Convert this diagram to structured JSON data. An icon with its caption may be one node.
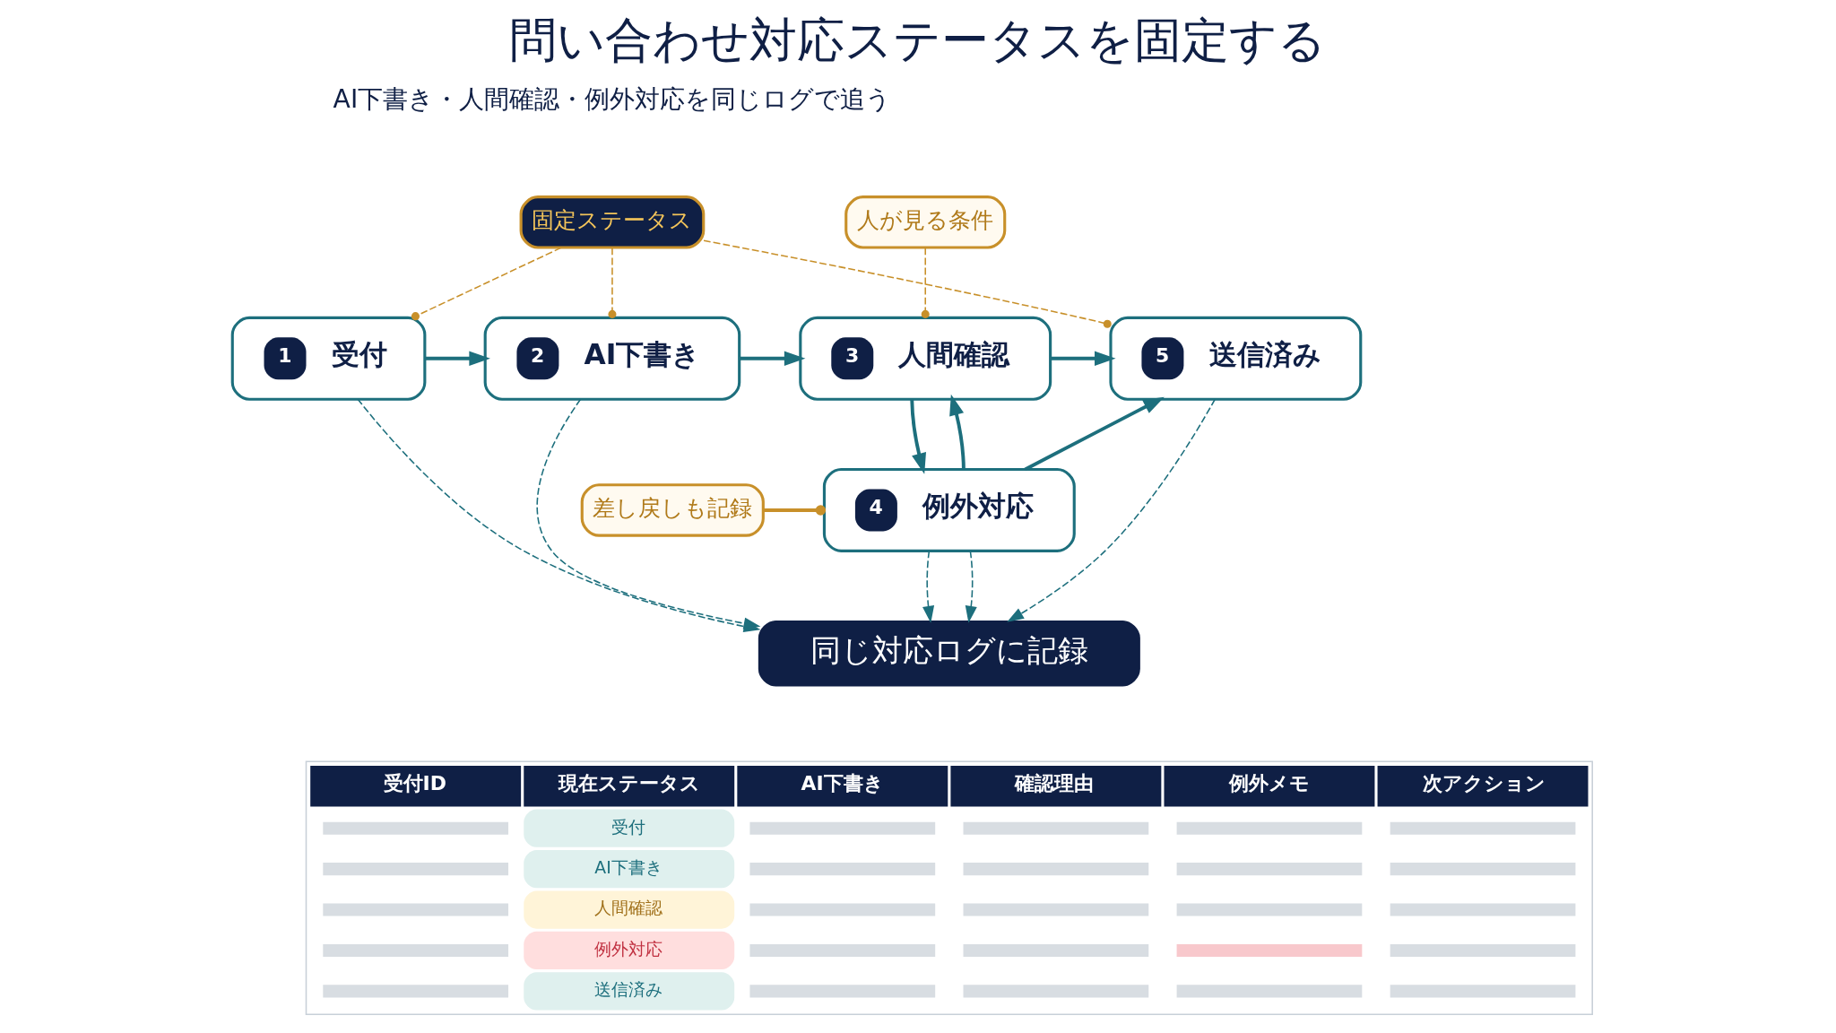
{
  "diagram": {
    "title": "問い合わせ対応ステータスを固定する",
    "nodes": [
      {
        "text": [
          "固定ステータス"
        ]
      },
      {
        "text": [
          "人が見る条件"
        ]
      },
      {
        "text": [
          "1",
          "受付"
        ]
      },
      {
        "text": [
          "2",
          "AI下書き"
        ]
      },
      {
        "text": [
          "3",
          "人間確認"
        ]
      },
      {
        "text": [
          "4",
          "例外対応"
        ]
      },
      {
        "text": [
          "5",
          "送信済み"
        ]
      },
      {
        "text": [
          "差し戻しも記録"
        ]
      },
      {
        "text": [
          "同じ対応ログに記録"
        ]
      }
    ],
    "edges": [
      {
        "from": 2,
        "to": 3,
        "arrow": "to"
      },
      {
        "from": 3,
        "to": 4,
        "arrow": "to"
      },
      {
        "from": 4,
        "to": 6,
        "arrow": "to"
      },
      {
        "from": 4,
        "to": 5,
        "arrow": "to"
      },
      {
        "from": 5,
        "to": 4,
        "arrow": "to"
      },
      {
        "from": 5,
        "to": 6,
        "arrow": "to"
      },
      {
        "from": 0,
        "to": 2,
        "arrow": "other",
        "style": "dashed",
        "color": "#c8902a"
      },
      {
        "from": 0,
        "to": 3,
        "arrow": "other",
        "style": "dashed",
        "color": "#c8902a"
      },
      {
        "from": 1,
        "to": 4,
        "arrow": "other",
        "style": "dashed",
        "color": "#c8902a"
      },
      {
        "from": 0,
        "to": 6,
        "arrow": "other",
        "style": "dashed",
        "color": "#c8902a"
      },
      {
        "from": 7,
        "to": 5,
        "arrow": "other",
        "color": "#c8902a"
      },
      {
        "from": 2,
        "to": 8,
        "arrow": "to",
        "style": "dashed"
      },
      {
        "from": 3,
        "to": 8,
        "arrow": "to",
        "style": "dashed"
      },
      {
        "from": 5,
        "to": 8,
        "arrow": "to",
        "style": "dashed"
      },
      {
        "from": 5,
        "to": 8,
        "arrow": "to",
        "style": "dashed"
      },
      {
        "from": 6,
        "to": 8,
        "arrow": "to",
        "style": "dashed"
      }
    ],
    "labels": [
      "AI下書き・人間確認・例外対応を同じログで追う",
      "受付ID",
      "現在ステータス",
      "AI下書き",
      "確認理由",
      "例外メモ",
      "次アクション",
      "受付",
      "AI下書き",
      "人間確認",
      "例外対応",
      "送信済み"
    ]
  }
}
